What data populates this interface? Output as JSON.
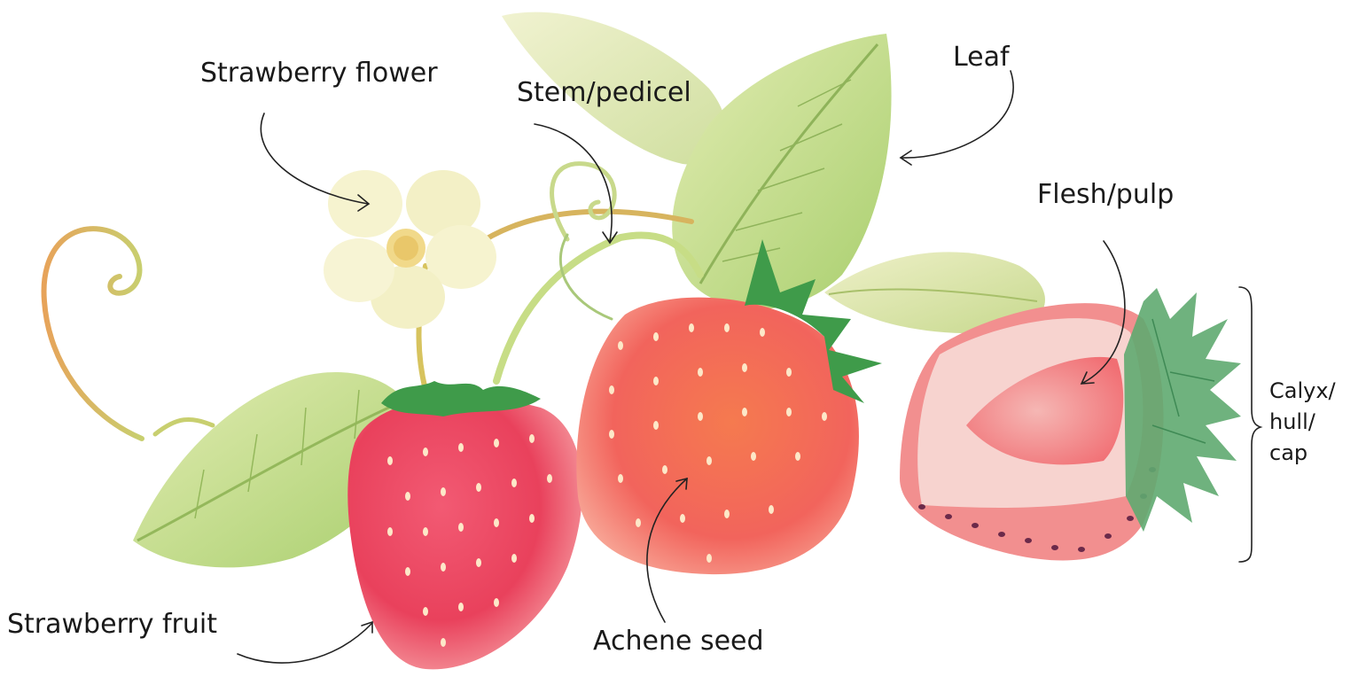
{
  "labels": {
    "flower": "Strawberry flower",
    "stem": "Stem/pedicel",
    "leaf": "Leaf",
    "flesh": "Flesh/pulp",
    "calyx_line1": "Calyx/",
    "calyx_line2": "hull/",
    "calyx_line3": "cap",
    "fruit": "Strawberry fruit",
    "seed": "Achene seed"
  },
  "colors": {
    "strawberry_pink": "#ec4a62",
    "strawberry_red": "#f26a5a",
    "flesh_light": "#f7d3cf",
    "flesh_core": "#ee6f72",
    "leaf_green": "#c6dc8a",
    "calyx_green": "#5faa70",
    "flower_cream": "#f6f3cf",
    "tendril_gold": "#d7b45e",
    "arrow_ink": "#222222"
  }
}
